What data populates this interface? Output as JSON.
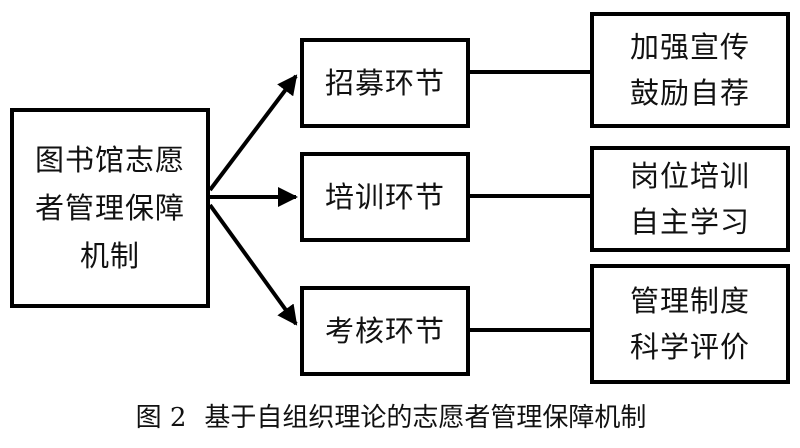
{
  "root": {
    "lines": [
      "图书馆志愿",
      "者管理保障",
      "机制"
    ]
  },
  "stages": [
    {
      "label": "招募环节",
      "detail": [
        "加强宣传",
        "鼓励自荐"
      ]
    },
    {
      "label": "培训环节",
      "detail": [
        "岗位培训",
        "自主学习"
      ]
    },
    {
      "label": "考核环节",
      "detail": [
        "管理制度",
        "科学评价"
      ]
    }
  ],
  "caption": {
    "number": "图 2",
    "text": "基于自组织理论的志愿者管理保障机制"
  }
}
